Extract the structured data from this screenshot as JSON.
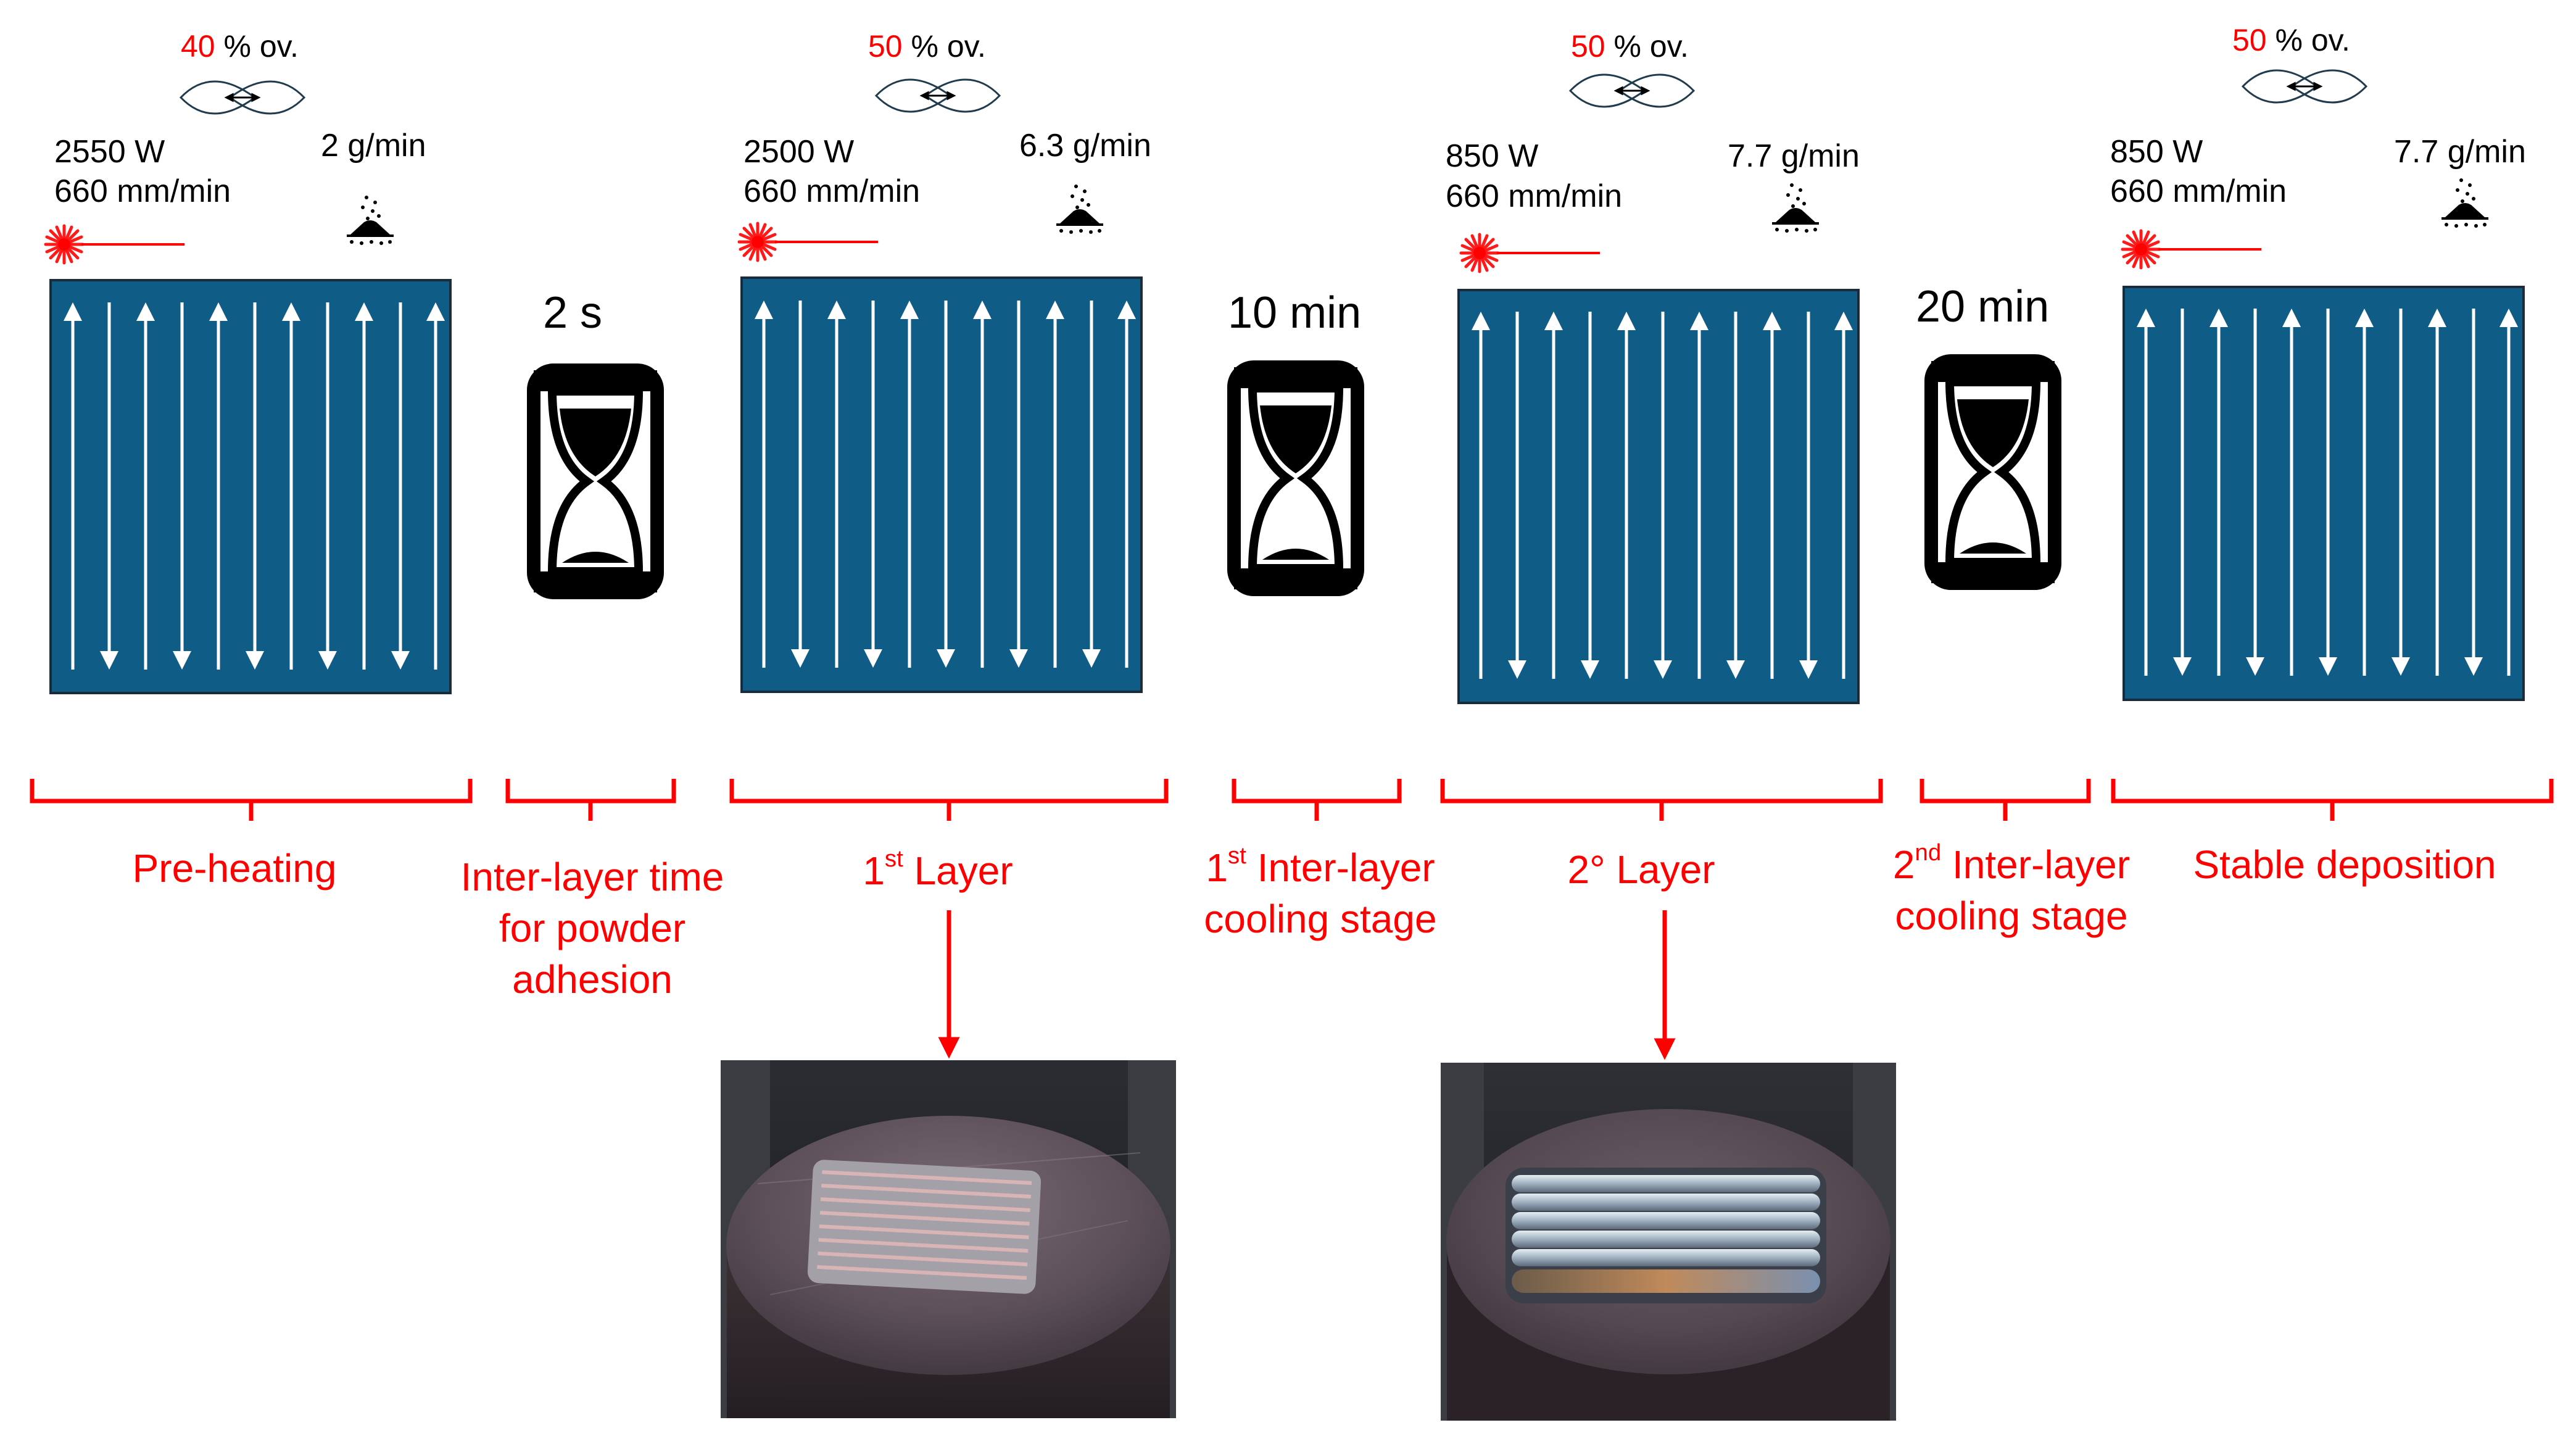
{
  "stages": [
    {
      "overlap": {
        "value": "40",
        "suffix": " % ov."
      },
      "power": "2550 W",
      "speed": "660 mm/min",
      "feed": "2 g/min"
    },
    {
      "overlap": {
        "value": "50",
        "suffix": " % ov."
      },
      "power": "2500 W",
      "speed": "660 mm/min",
      "feed": "6.3 g/min"
    },
    {
      "overlap": {
        "value": "50",
        "suffix": " % ov."
      },
      "power": "850 W",
      "speed": "660 mm/min",
      "feed": "7.7 g/min"
    },
    {
      "overlap": {
        "value": "50",
        "suffix": " % ov."
      },
      "power": "850 W",
      "speed": "660 mm/min",
      "feed": "7.7 g/min"
    }
  ],
  "times": [
    "2 s",
    "10 min",
    "20 min"
  ],
  "labels": {
    "preheating": "Pre-heating",
    "interlayer_powder": [
      "Inter-layer time",
      "for powder",
      "adhesion"
    ],
    "layer1": {
      "num": "1",
      "sup": "st",
      "text": " Layer"
    },
    "cooling1": {
      "num": "1",
      "sup": "st",
      "text": " Inter-layer",
      "line2": "cooling stage"
    },
    "layer2": "2° Layer",
    "cooling2": {
      "num": "2",
      "sup": "nd",
      "text": " Inter-layer",
      "line2": "cooling stage"
    },
    "stable": "Stable deposition"
  },
  "colors": {
    "accent": "#ff0000",
    "panel": "#0f5d86",
    "scan_lines": "#ffffff"
  },
  "icons": [
    "overlap-circles-icon",
    "powder-icon",
    "laser-icon",
    "hourglass-icon"
  ]
}
